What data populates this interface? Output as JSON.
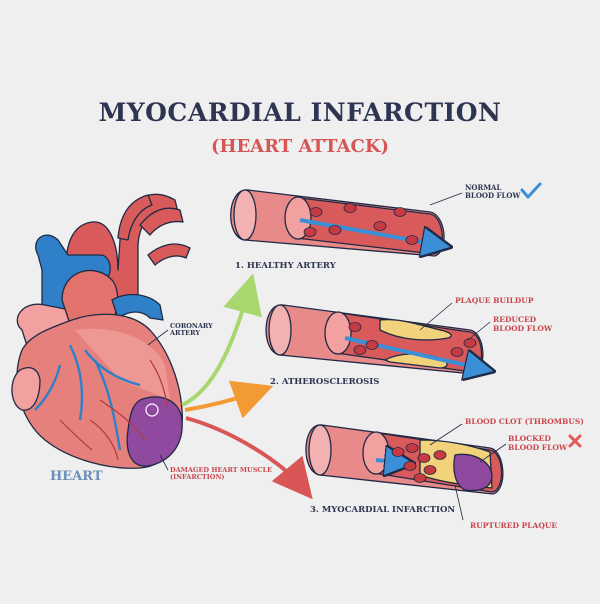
{
  "title": "MYOCARDIAL INFARCTION",
  "subtitle": "(HEART ATTACK)",
  "heart_label": "HEART",
  "coronary_artery_label": "CORONARY\nARTERY",
  "damaged_muscle_label": "DAMAGED HEART MUSCLE\n(INFARCTION)",
  "stages": [
    {
      "label": "1. HEALTHY ARTERY",
      "annotations": [
        {
          "text": "NORMAL\nBLOOD FLOW",
          "color": "#2e3552"
        }
      ],
      "status_icon": "checkmark-icon"
    },
    {
      "label": "2. ATHEROSCLEROSIS",
      "annotations": [
        {
          "text": "PLAQUE BUILDUP",
          "color": "#c9464c"
        },
        {
          "text": "REDUCED\nBLOOD FLOW",
          "color": "#c9464c"
        }
      ]
    },
    {
      "label": "3. MYOCARDIAL INFARCTION",
      "annotations": [
        {
          "text": "BLOOD CLOT (THROMBUS)",
          "color": "#c9464c"
        },
        {
          "text": "BLOCKED\nBLOOD FLOW",
          "color": "#c9464c"
        },
        {
          "text": "RUPTURED PLAQUE",
          "color": "#c9464c"
        }
      ],
      "status_icon": "cross-icon"
    }
  ],
  "colors": {
    "title": "#2e3552",
    "subtitle": "#d65656",
    "artery_outer": "#e88a8a",
    "artery_inner": "#d95a5a",
    "blood_cell": "#c63a43",
    "plaque": "#f2d27a",
    "flow_arrow": "#3b8fd6",
    "arrow_green": "#a8d66f",
    "arrow_orange": "#f29a34",
    "arrow_red": "#d95656",
    "check": "#3b8fd6",
    "cross": "#e05a5a"
  }
}
